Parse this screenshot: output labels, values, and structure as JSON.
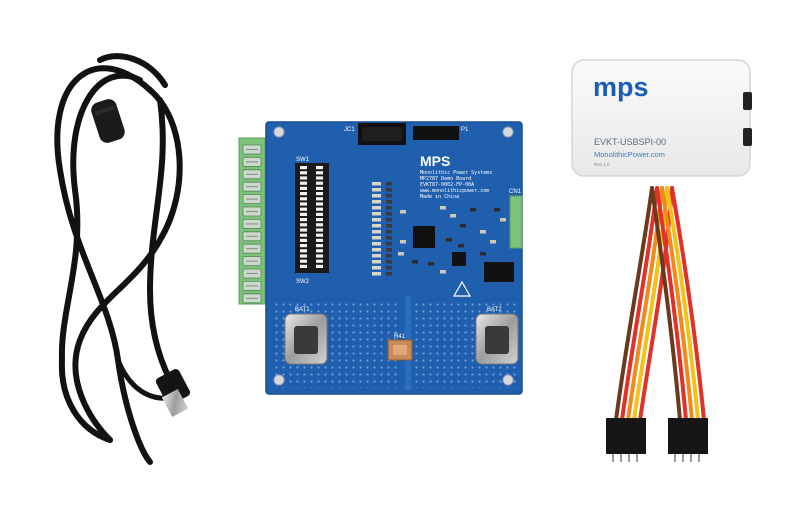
{
  "board": {
    "brand": "MPS",
    "silkscreen": [
      "Monolithic Power Systems",
      "MP2787 Demo Board",
      "EVKT87-0002-FP-00A",
      "www.monolithicpower.com",
      "Made in China"
    ],
    "labels": {
      "jc1": "JC1",
      "p1": "P1",
      "sw1": "SW1",
      "sw2": "SW2",
      "bat1": "BAT1",
      "bat2": "BAT2",
      "r41": "R41",
      "cn1": "CN1"
    }
  },
  "dongle": {
    "logo": "mps",
    "model": "EVKT-USBSPI-00",
    "url": "MonolithicPower.com",
    "rev": "Rev 1.0"
  },
  "colors": {
    "pcb": "#1f5fae",
    "terminal_green": "#7cc27a",
    "mps_blue": "#1a5fb4",
    "wire_red": "#e0322a",
    "wire_orange": "#f08a1c",
    "wire_yellow": "#f2c21b",
    "wire_brown": "#6b3a1e",
    "cable_black": "#121212"
  }
}
